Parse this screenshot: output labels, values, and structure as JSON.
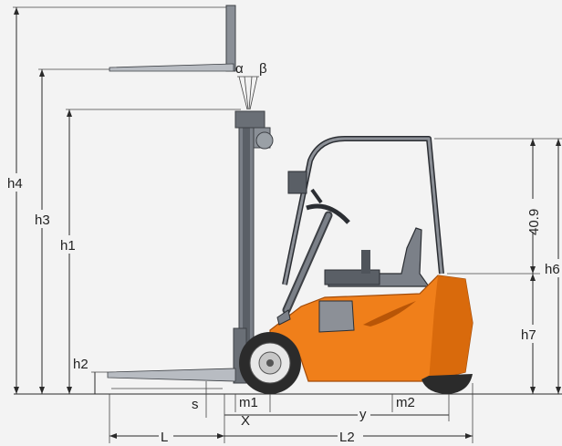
{
  "dimensions": {
    "h4": "h4",
    "h3": "h3",
    "h1": "h1",
    "h2": "h2",
    "h6": "h6",
    "h7": "h7",
    "overhead_guard_offset": "40.9",
    "s": "s",
    "m1": "m1",
    "x": "X",
    "y": "y",
    "m2": "m2",
    "l": "L",
    "l2": "L2",
    "alpha": "α",
    "beta": "β"
  },
  "colors": {
    "background": "#f3f3f3",
    "body_orange": "#f07f1a",
    "body_orange_dark": "#d96a0c",
    "mast_gray": "#7b8088",
    "mast_dark": "#4f545b",
    "cabin_gray": "#8c9097",
    "tire_dark": "#2b2b2b",
    "line": "#2a2a2a"
  }
}
